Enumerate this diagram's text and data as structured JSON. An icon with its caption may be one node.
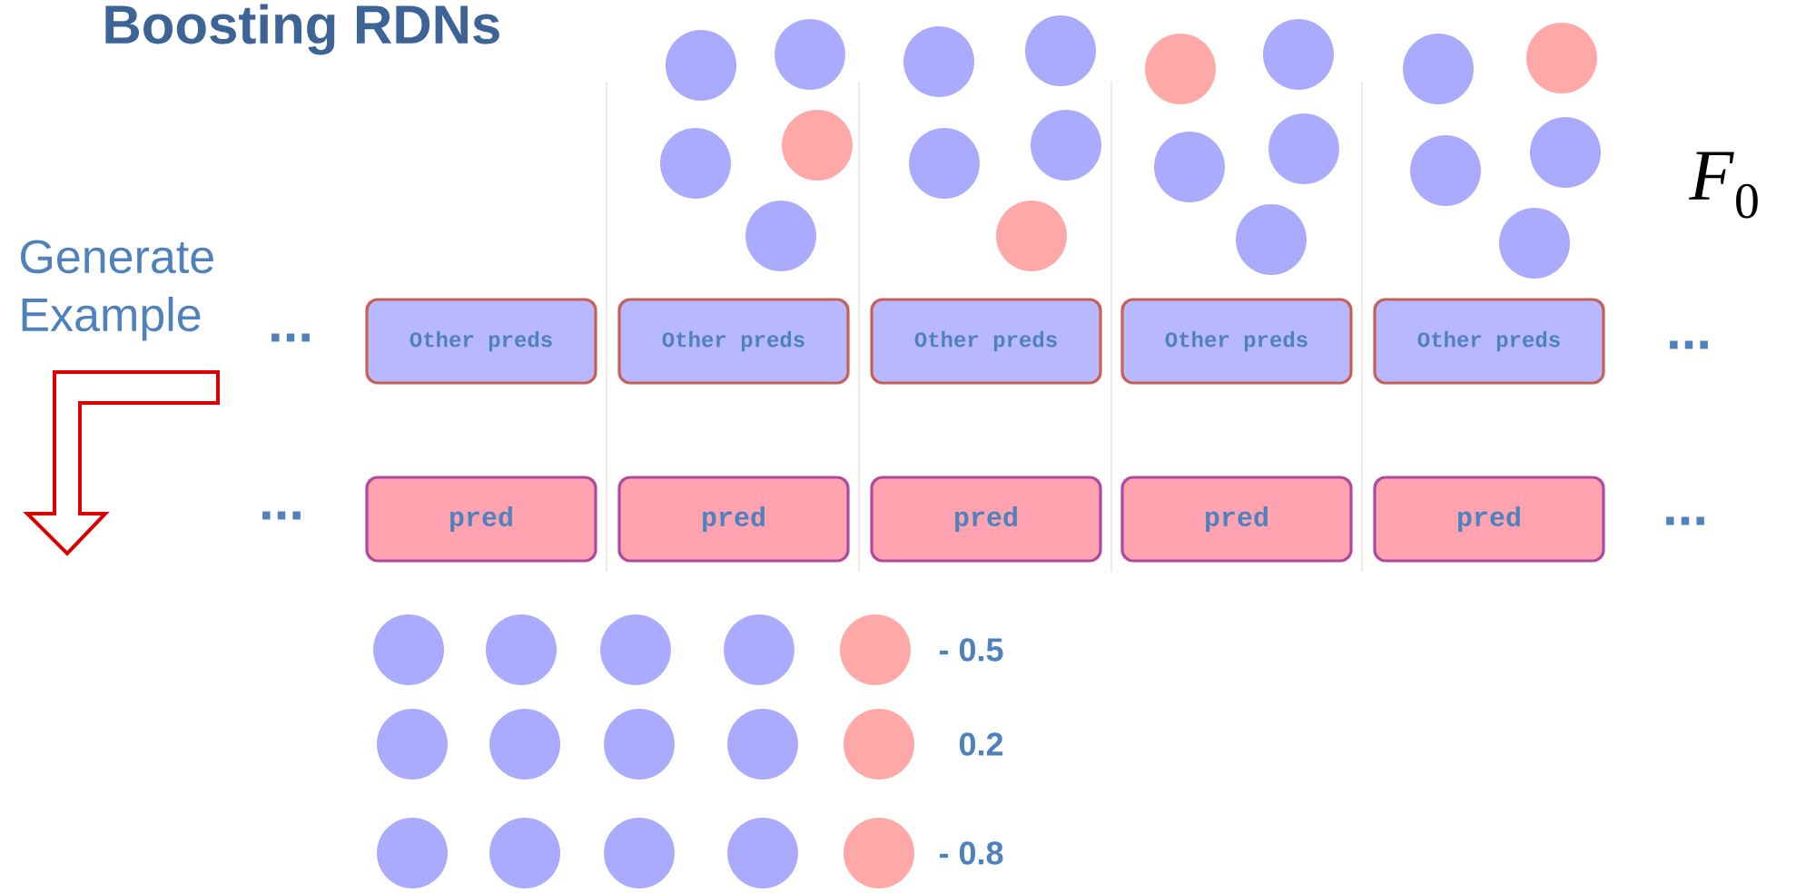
{
  "diagram": {
    "title": "Boosting RDNs",
    "nodes": [
      {
        "text": [
          "Other preds"
        ]
      },
      {
        "text": [
          "Other preds"
        ]
      },
      {
        "text": [
          "Other preds"
        ]
      },
      {
        "text": [
          "Other preds"
        ]
      },
      {
        "text": [
          "Other preds"
        ]
      },
      {
        "text": [
          "pred"
        ]
      },
      {
        "text": [
          "pred"
        ]
      },
      {
        "text": [
          "pred"
        ]
      },
      {
        "text": [
          "pred"
        ]
      },
      {
        "text": [
          "pred"
        ]
      }
    ],
    "labels": [
      "*F*$_{0}$",
      "Generate Example",
      "...",
      "...",
      "...",
      "...",
      "- 0.5",
      "0.2",
      "- 0.8"
    ]
  }
}
